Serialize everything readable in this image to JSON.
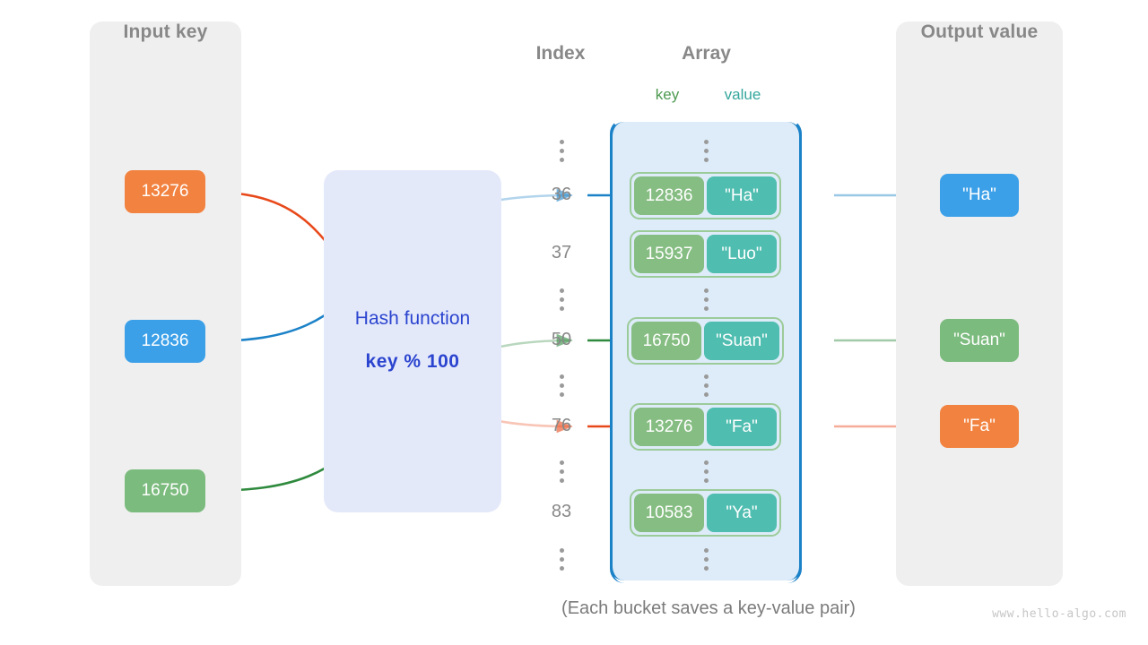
{
  "panels": {
    "input": {
      "title": "Input key"
    },
    "output": {
      "title": "Output value"
    }
  },
  "headings": {
    "index": "Index",
    "array": "Array",
    "key": "key",
    "value": "value"
  },
  "hash": {
    "label": "Hash function",
    "formula": "key % 100"
  },
  "input_keys": [
    {
      "text": "13276",
      "color": "#f2823f",
      "style": "orange"
    },
    {
      "text": "12836",
      "color": "#3ca0e8",
      "style": "blue"
    },
    {
      "text": "16750",
      "color": "#7cbb7e",
      "style": "green"
    }
  ],
  "output_values": [
    {
      "text": "\"Ha\"",
      "color": "#3ca0e8",
      "style": "blue"
    },
    {
      "text": "\"Suan\"",
      "color": "#7cbb7e",
      "style": "green"
    },
    {
      "text": "\"Fa\"",
      "color": "#f2823f",
      "style": "orange"
    }
  ],
  "indices": [
    "36",
    "37",
    "50",
    "76",
    "83"
  ],
  "buckets": [
    {
      "index": "36",
      "key": "12836",
      "value": "\"Ha\""
    },
    {
      "index": "37",
      "key": "15937",
      "value": "\"Luo\""
    },
    {
      "index": "50",
      "key": "16750",
      "value": "\"Suan\""
    },
    {
      "index": "76",
      "key": "13276",
      "value": "\"Fa\""
    },
    {
      "index": "83",
      "key": "10583",
      "value": "\"Ya\""
    }
  ],
  "colors": {
    "bucket_key": "#86bd82",
    "bucket_value": "#4fbdb0",
    "bucket_border": "#9ccb9a",
    "array_border": "#1c82c8",
    "array_fill": "#ddecf8",
    "hash_fill": "#e4e9fa",
    "hash_text": "#2b44cf",
    "panel_fill": "#efefef",
    "heading_text": "#888888",
    "wire_blue": "#1c82c8",
    "wire_green": "#2f8a3e",
    "wire_orange": "#e8491b"
  },
  "caption": "(Each bucket saves a key-value pair)",
  "watermark": "www.hello-algo.com"
}
